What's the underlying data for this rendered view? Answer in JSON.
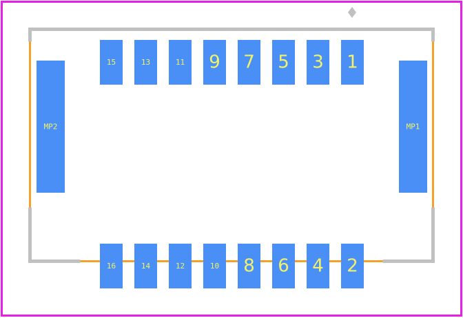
{
  "colors": {
    "board_outline": "#e61ee6",
    "body_outline": "#c0c0c0",
    "courtyard": "#f5a02a",
    "pad_fill": "#4a8ff5",
    "pad_text": "#f2f26a",
    "origin_marker": "#c0c0c0"
  },
  "pads": {
    "top_row": [
      "15",
      "13",
      "11",
      "9",
      "7",
      "5",
      "3",
      "1"
    ],
    "bottom_row": [
      "16",
      "14",
      "12",
      "10",
      "8",
      "6",
      "4",
      "2"
    ],
    "mount_left": "MP2",
    "mount_right": "MP1"
  }
}
